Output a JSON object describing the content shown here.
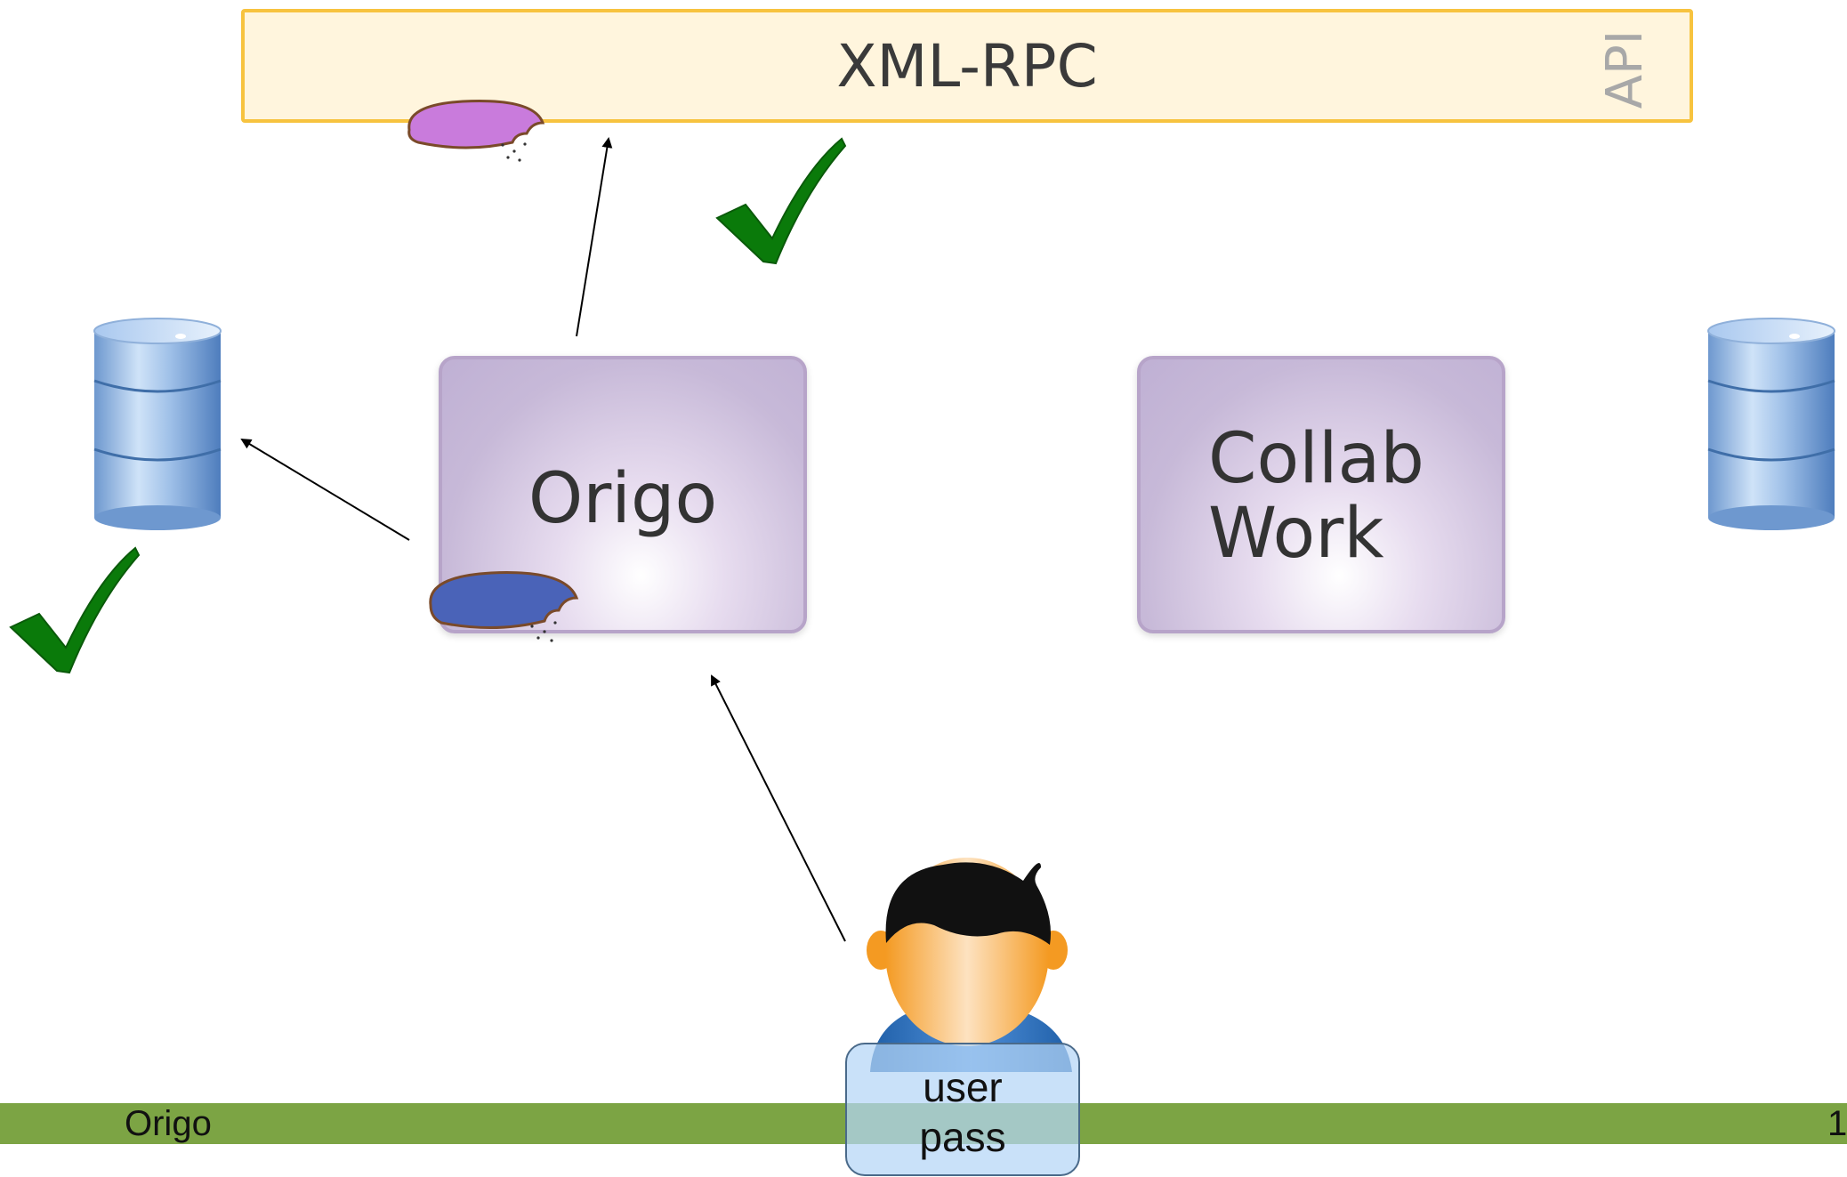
{
  "api_bar": {
    "title": "XML-RPC",
    "side_label": "API"
  },
  "systems": {
    "origo": "Origo",
    "collab_line1": "Collab",
    "collab_line2": "Work"
  },
  "credentials": {
    "user": "user",
    "pass": "pass"
  },
  "footer": {
    "title": "Origo",
    "page_number": "1"
  },
  "colors": {
    "api_border": "#f7c33f",
    "api_fill": "#fff5dd",
    "box_border": "#b7a4c9",
    "check": "#0a7a0a",
    "footer_bar": "#7ca444",
    "cookie_purple": "#c97bdc",
    "cookie_blue": "#4a63b8"
  },
  "icons": [
    "database-icon",
    "checkmark-icon",
    "user-avatar-icon",
    "cookie-icon",
    "arrow-icon"
  ]
}
